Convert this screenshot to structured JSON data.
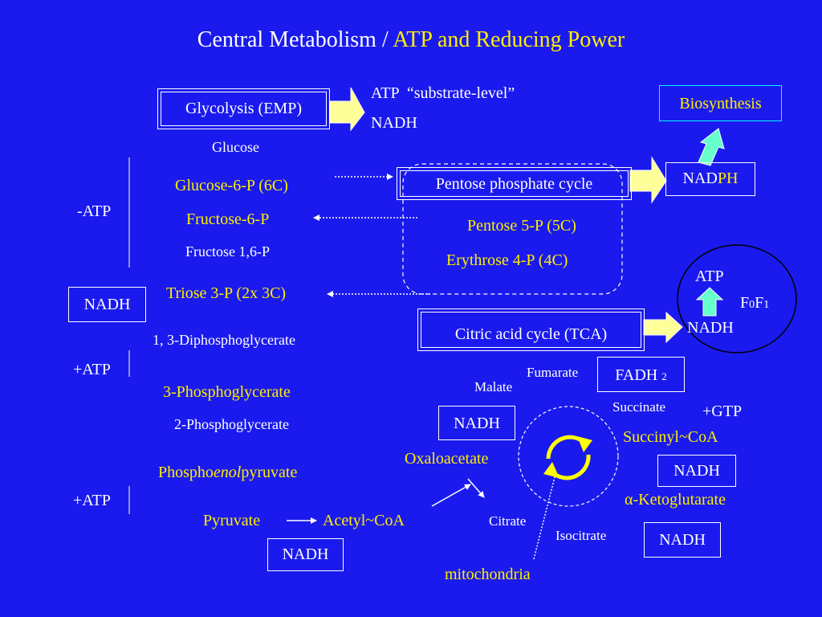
{
  "title": {
    "part1": "Central Metabolism",
    "separator": " / ",
    "part2": "ATP and Reducing Power"
  },
  "glycolysis": {
    "box": "Glycolysis (EMP)",
    "products_line1": "ATP  “substrate-level”",
    "products_line2": "NADH",
    "glucose": "Glucose",
    "glucose6p": "Glucose-6-P (6C)",
    "fructose6p": "Fructose-6-P",
    "fructose16p": "Fructose 1,6-P",
    "triose3p": "Triose 3-P (2x 3C)",
    "diphospho": "1, 3-Diphosphoglycerate",
    "phospho3": "3-Phosphoglycerate",
    "phospho2": "2-Phosphoglycerate",
    "pep_prefix": "Phospho",
    "pep_italic": "enol",
    "pep_suffix": "pyruvate",
    "pyruvate": "Pyruvate",
    "acetylcoa": "Acetyl~CoA"
  },
  "energy": {
    "minus_atp": "-ATP",
    "plus_atp1": "+ATP",
    "plus_atp2": "+ATP",
    "nadh_left": "NADH",
    "nadh_pyruvate": "NADH"
  },
  "pentose": {
    "box": "Pentose phosphate cycle",
    "pentose5p": "Pentose 5-P (5C)",
    "erythrose4p": "Erythrose 4-P (4C)",
    "nadph_prefix": "NAD",
    "nadph_suffix": "PH",
    "biosynthesis": "Biosynthesis"
  },
  "tca": {
    "box": "Citric acid cycle (TCA)",
    "fumarate": "Fumarate",
    "fadh_main": "FADH ",
    "fadh_sub": "2",
    "malate": "Malate",
    "succinate": "Succinate",
    "gtp": "+GTP",
    "nadh_malate": "NADH",
    "succinylcoa": "Succinyl~CoA",
    "oxaloacetate": "Oxaloacetate",
    "nadh_succinyl": "NADH",
    "ketoglutarate_symbol": "α",
    "ketoglutarate_name": "-Ketoglutarate",
    "citrate": "Citrate",
    "isocitrate": "Isocitrate",
    "nadh_keto": "NADH",
    "mitochondria": "mitochondria"
  },
  "atp_synthase": {
    "atp": "ATP",
    "f_main1": "F",
    "f_sub0": "0",
    "f_main2": "F",
    "f_sub1": "1",
    "nadh": "NADH"
  },
  "colors": {
    "background": "#1a1aee",
    "text_white": "#ffffff",
    "text_yellow": "#ffee00",
    "fat_arrow_fill": "#ffff99",
    "up_arrow_fill": "#66ffcc",
    "biosynthesis_text": "#ffee00",
    "biosynthesis_border": "#00ffff"
  }
}
